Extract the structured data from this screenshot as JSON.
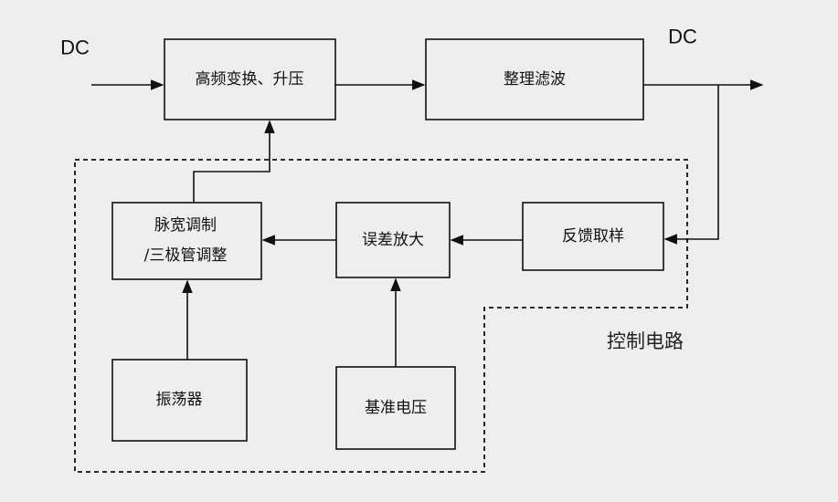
{
  "input_label": "DC",
  "output_label": "DC",
  "control_label": "控制电路",
  "blocks": {
    "hf_convert": [
      "高频变换、升压"
    ],
    "rectify_filter": [
      "整理滤波"
    ],
    "pwm": [
      "脉宽调制",
      "/三极管调整"
    ],
    "error_amp": [
      "误差放大"
    ],
    "feedback": [
      "反馈取样"
    ],
    "oscillator": [
      "振荡器"
    ],
    "reference": [
      "基准电压"
    ]
  }
}
